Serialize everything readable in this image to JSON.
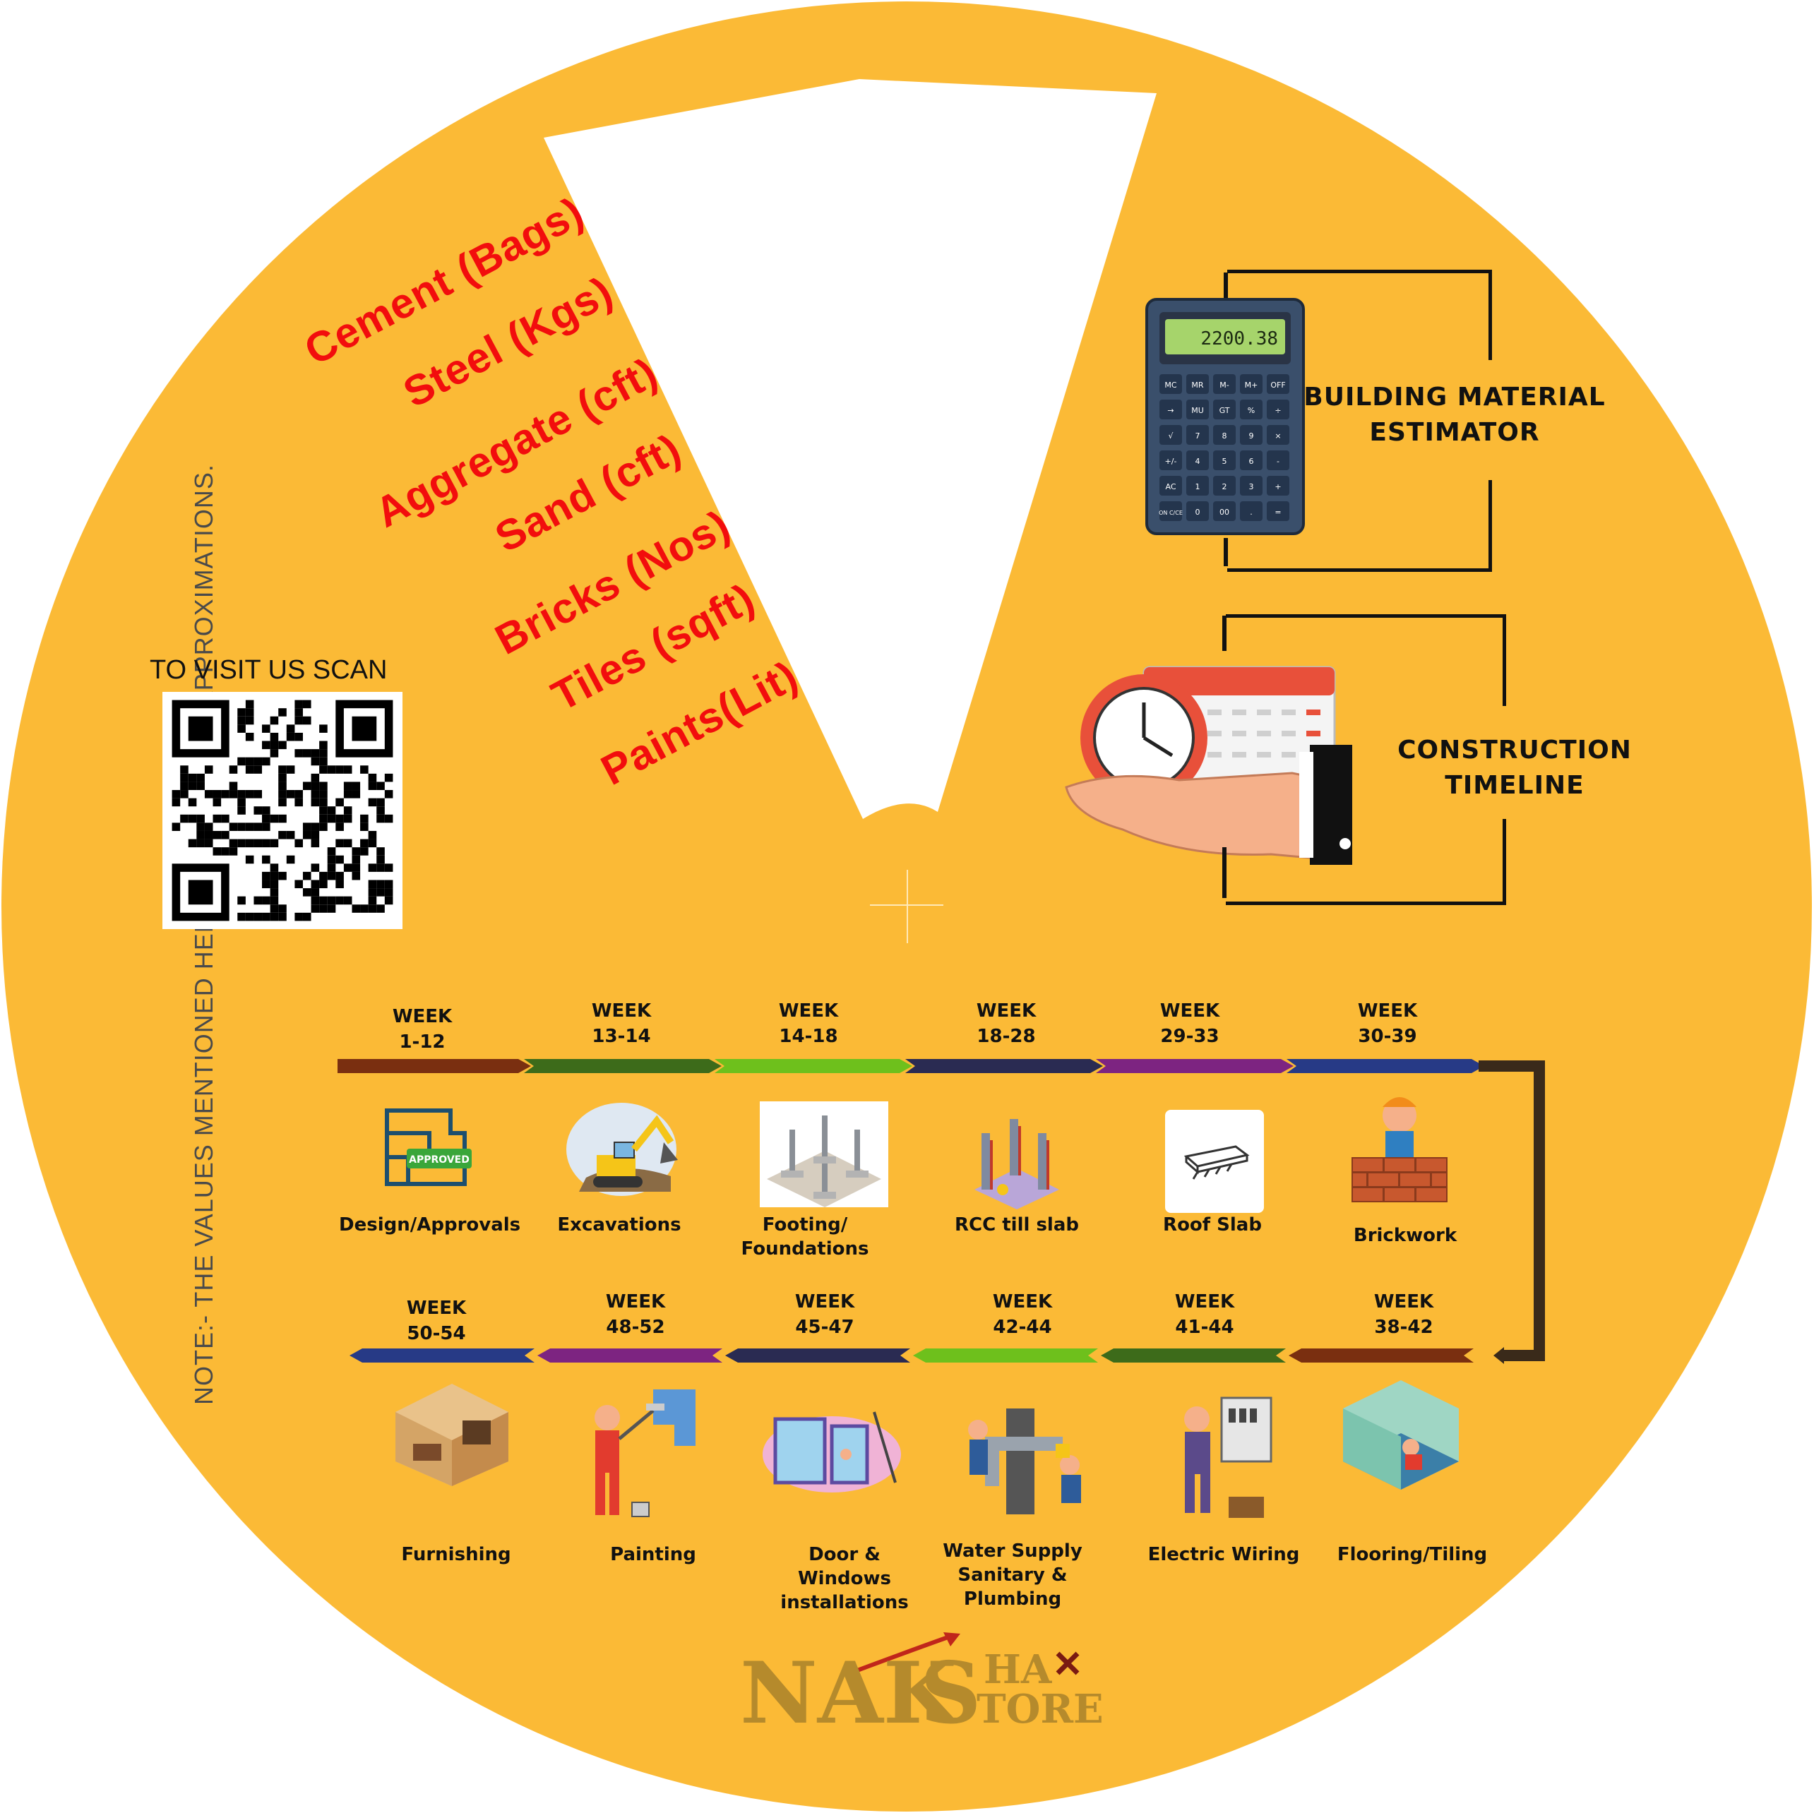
{
  "materials": {
    "items": [
      "Cement (Bags)",
      "Steel (Kgs)",
      "Aggregate (cft)",
      "Sand (cft)",
      "Bricks (Nos)",
      "Tiles (sqft)",
      "Paints(Lit)"
    ]
  },
  "note": "NOTE:- THE VALUES MENTIONED HERE ARE ONLY AN APPROXIMATIONS.",
  "qr": {
    "label": "TO VISIT US SCAN"
  },
  "estimator": {
    "calculator_display": "2200.38",
    "calculator_keys": [
      "MC",
      "MR",
      "M-",
      "M+",
      "OFF",
      "→",
      "MU",
      "GT",
      "%",
      "÷",
      "√",
      "7",
      "8",
      "9",
      "×",
      "+/-",
      "4",
      "5",
      "6",
      "-",
      "AC",
      "1",
      "2",
      "3",
      "+",
      "ON C/CE",
      "0",
      "00",
      ".",
      "="
    ],
    "title_line1": "BUILDING MATERIAL",
    "title_line2": "ESTIMATOR"
  },
  "timeline": {
    "title_line1": "CONSTRUCTION",
    "title_line2": "TIMELINE"
  },
  "stages_top": [
    {
      "week": "WEEK",
      "range": "1-12",
      "label": "Design/Approvals",
      "badge": "APPROVED",
      "color": "#7a2f10"
    },
    {
      "week": "WEEK",
      "range": "13-14",
      "label": "Excavations",
      "color": "#3d6b1a"
    },
    {
      "week": "WEEK",
      "range": "14-18",
      "label": "Footing/ Foundations",
      "color": "#6ec01c"
    },
    {
      "week": "WEEK",
      "range": "18-28",
      "label": "RCC till slab",
      "color": "#2a2b52"
    },
    {
      "week": "WEEK",
      "range": "29-33",
      "label": "Roof Slab",
      "color": "#7d2481"
    },
    {
      "week": "WEEK",
      "range": "30-39",
      "label": "Brickwork",
      "color": "#273a86"
    }
  ],
  "stages_bottom": [
    {
      "week": "WEEK",
      "range": "50-54",
      "label": "Furnishing",
      "color": "#273a86"
    },
    {
      "week": "WEEK",
      "range": "48-52",
      "label": "Painting",
      "color": "#7d2481"
    },
    {
      "week": "WEEK",
      "range": "45-47",
      "label": "Door & Windows installations",
      "color": "#2a2b52"
    },
    {
      "week": "WEEK",
      "range": "42-44",
      "label": "Water Supply Sanitary & Plumbing",
      "color": "#6ec01c"
    },
    {
      "week": "WEEK",
      "range": "41-44",
      "label": "Electric Wiring",
      "color": "#3d6b1a"
    },
    {
      "week": "WEEK",
      "range": "38-42",
      "label": "Flooring/Tiling",
      "color": "#7a2f10"
    }
  ],
  "connector_color": "#3a2a1a",
  "logo": {
    "part1": "NAK",
    "part2": "S",
    "part3": "HA",
    "part4": "TORE"
  },
  "colors": {
    "background": "#fbba36",
    "material_text": "#f20d0d"
  }
}
